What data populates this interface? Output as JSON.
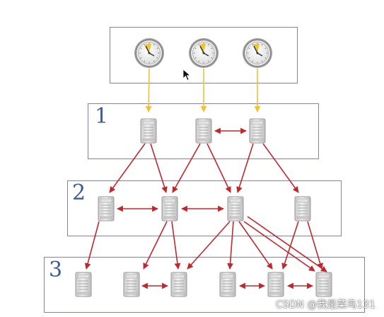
{
  "strata": [
    {
      "id": "top",
      "label": ""
    },
    {
      "id": "s1",
      "label": "1"
    },
    {
      "id": "s2",
      "label": "2"
    },
    {
      "id": "s3",
      "label": "3"
    }
  ],
  "clock_count": 3,
  "server_counts": {
    "s1": 3,
    "s2": 4,
    "s3": 6
  },
  "colors": {
    "box_border": "#8a7f9a",
    "label": "#3d5d96",
    "arrow_red": "#c0282d",
    "arrow_gold": "#f2c230"
  },
  "icons": {
    "clock": "atomic-clock-icon",
    "server": "server-icon",
    "cursor": "mouse-cursor-icon"
  },
  "watermark": "CSDN @我是菜鸟131"
}
